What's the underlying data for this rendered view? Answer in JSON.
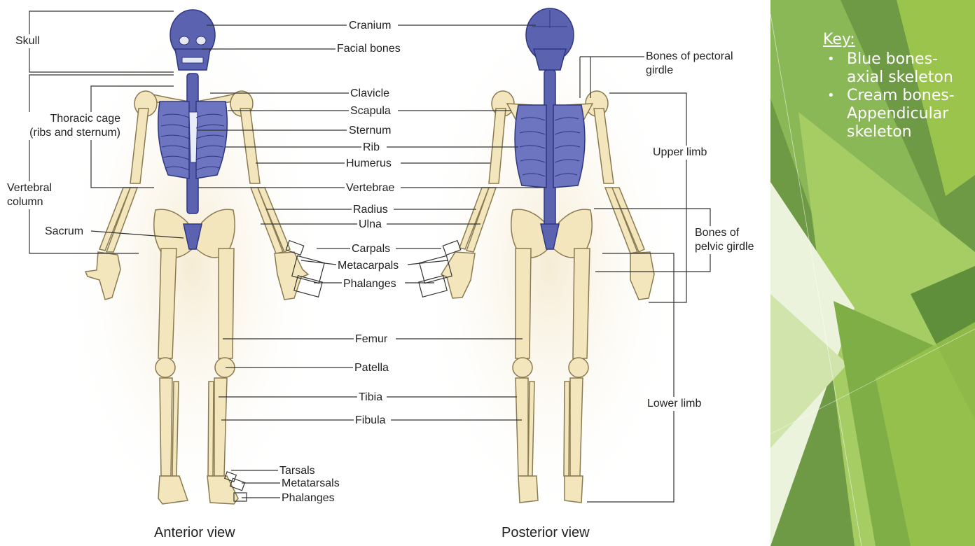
{
  "diagram": {
    "labels": {
      "skull": "Skull",
      "cranium": "Cranium",
      "facial_bones": "Facial bones",
      "clavicle": "Clavicle",
      "scapula": "Scapula",
      "sternum": "Sternum",
      "rib": "Rib",
      "humerus": "Humerus",
      "vertebrae": "Vertebrae",
      "radius": "Radius",
      "ulna": "Ulna",
      "carpals": "Carpals",
      "metacarpals": "Metacarpals",
      "phalanges_hand": "Phalanges",
      "femur": "Femur",
      "patella": "Patella",
      "tibia": "Tibia",
      "fibula": "Fibula",
      "tarsals": "Tarsals",
      "metatarsals": "Metatarsals",
      "phalanges_foot": "Phalanges",
      "thoracic_cage": "Thoracic cage (ribs and sternum)",
      "vertebral_column": "Vertebral column",
      "sacrum": "Sacrum",
      "pectoral_girdle": "Bones of pectoral girdle",
      "upper_limb": "Upper limb",
      "pelvic_girdle": "Bones of pelvic girdle",
      "lower_limb": "Lower limb"
    },
    "views": {
      "anterior": "Anterior view",
      "posterior": "Posterior view"
    }
  },
  "key": {
    "title": "Key:",
    "bullet": "•",
    "items": [
      "Blue bones-axial skeleton",
      "Cream bones-Appendicular skeleton"
    ]
  },
  "colors": {
    "axial_blue": "#5b63b0",
    "appendicular_cream": "#f3e6bd",
    "bone_outline": "#8a7a50",
    "leader_line": "#333333",
    "panel_green_dark": "#5f8f3a",
    "panel_green_light": "#9bc44d"
  }
}
